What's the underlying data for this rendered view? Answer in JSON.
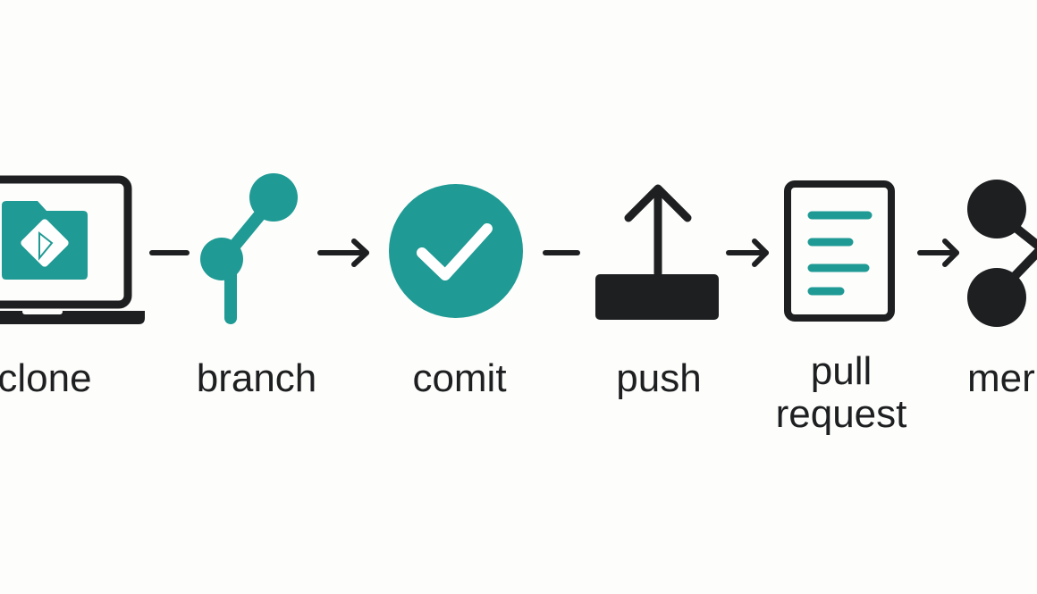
{
  "colors": {
    "accent": "#1f9a94",
    "ink": "#1e1f21",
    "background": "#fdfdfb"
  },
  "steps": [
    {
      "label": "clone",
      "icon": "laptop-folder-git-icon"
    },
    {
      "label": "branch",
      "icon": "branch-icon"
    },
    {
      "label": "comit",
      "icon": "check-circle-icon"
    },
    {
      "label": "push",
      "icon": "upload-icon"
    },
    {
      "label_line1": "pull",
      "label_line2": "request",
      "icon": "document-icon"
    },
    {
      "label": "mer",
      "icon": "merge-icon"
    }
  ],
  "connectors": [
    "line",
    "arrow",
    "line",
    "arrow",
    "arrow"
  ]
}
